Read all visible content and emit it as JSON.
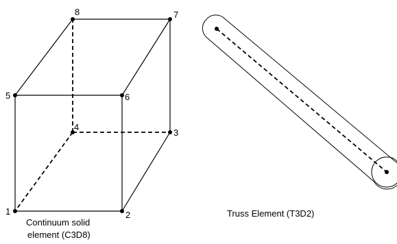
{
  "c3d8": {
    "nodes": [
      "1",
      "2",
      "3",
      "4",
      "5",
      "6",
      "7",
      "8"
    ],
    "caption_line1": "Continuum solid",
    "caption_line2": "element (C3D8)"
  },
  "t3d2": {
    "caption": "Truss Element (T3D2)"
  }
}
